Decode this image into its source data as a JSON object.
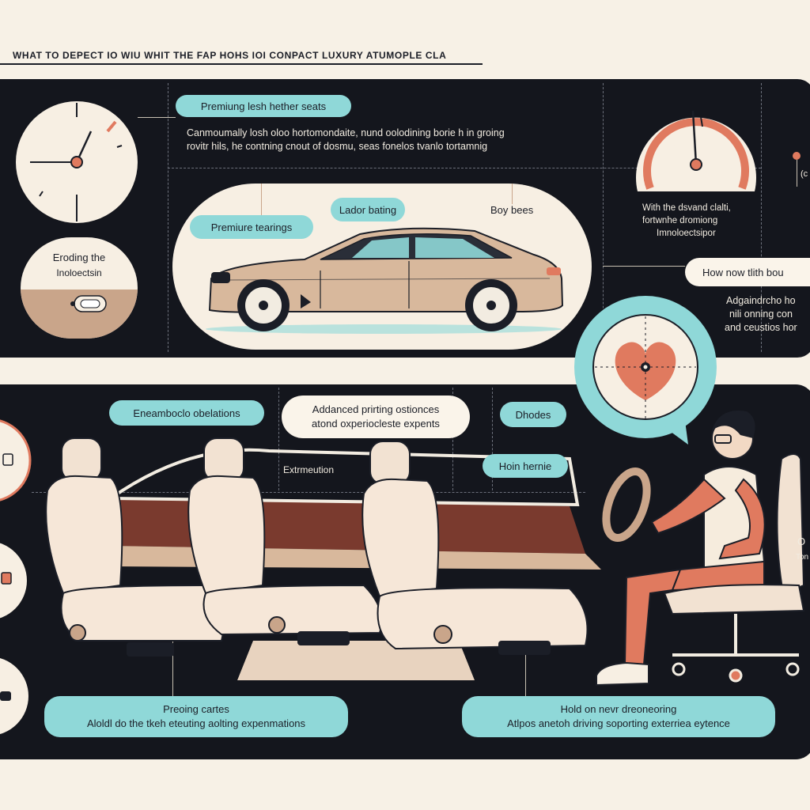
{
  "header": {
    "title": "WHAT TO DEPECT IO WIU WHIT THE FAP HOHS IOI   CONPACT LUXURY ATUMOPLE  CLA"
  },
  "top_panel": {
    "feature_pill": "Premiung lesh hether seats",
    "description_line1": "Canmoumally losh oloo hortomondaite, nund oolodining borie h in groing",
    "description_line2": "rovitr hils, he contning cnout of dosmu, seas fonelos tvanlo tortamnig",
    "left_card_line1": "Eroding the",
    "left_card_line2": "Inoloectsin",
    "car_card": {
      "pill_left": "Premiure tearings",
      "pill_center": "Lador bating",
      "label_right": "Boy bees"
    },
    "gauge_caption_line1": "With the dsvand clalti,",
    "gauge_caption_line2": "fortwnhe dromiong",
    "gauge_caption_line3": "Imnoloectsipor",
    "right_pill": "How now tlith bou",
    "right_text_line1": "Adgaindrcho ho",
    "right_text_line2": "nili onning con",
    "right_text_line3": "and ceustios hor",
    "right_edge_label": "(c"
  },
  "bottom_panel": {
    "pill_top_left": "Eneamboclo obelations",
    "pill_top_center_line1": "Addanced prirting ostionces",
    "pill_top_center_line2": "atond oxperiocleste expents",
    "label_extension": "Extrmeution",
    "pill_top_right": "Dhodes",
    "pill_mid_right": "Hoin hernie",
    "pill_bottom_left_line1": "Preoing cartes",
    "pill_bottom_left_line2": "Aloldl do the tkeh eteuting aolting expenmations",
    "pill_bottom_right_line1": "Hold on nevr dreoneoring",
    "pill_bottom_right_line2": "Atlpos anetoh driving soporting exterriea eytence",
    "right_edge_label_1": "O",
    "right_edge_label_2": "Ton"
  },
  "colors": {
    "panel": "#14161d",
    "cream": "#f7f1e6",
    "teal": "#8fd8d8",
    "coral": "#e07a5f",
    "tan": "#c9a58a"
  }
}
